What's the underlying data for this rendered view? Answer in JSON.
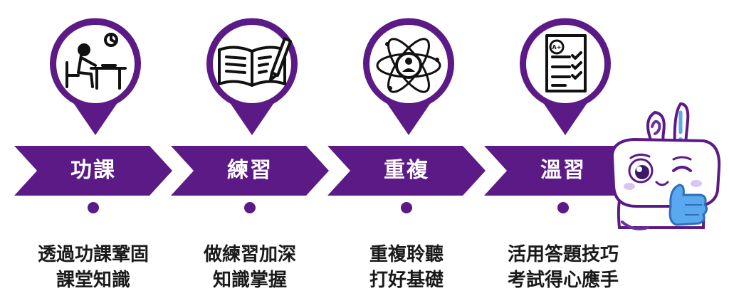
{
  "colors": {
    "accent": "#5c1a86",
    "mascot_blue": "#5aa8f0",
    "mascot_purple": "#6b2fa0"
  },
  "steps": [
    {
      "label": "功課",
      "icon": "student-studying-icon",
      "desc_line1": "透過功課鞏固",
      "desc_line2": "課堂知識"
    },
    {
      "label": "練習",
      "icon": "open-book-pencil-icon",
      "desc_line1": "做練習加深",
      "desc_line2": "知識掌握"
    },
    {
      "label": "重複",
      "icon": "atom-person-icon",
      "desc_line1": "重複聆聽",
      "desc_line2": "打好基礎"
    },
    {
      "label": "溫習",
      "icon": "graded-checklist-icon",
      "desc_line1": "活用答題技巧",
      "desc_line2": "考試得心應手"
    }
  ]
}
